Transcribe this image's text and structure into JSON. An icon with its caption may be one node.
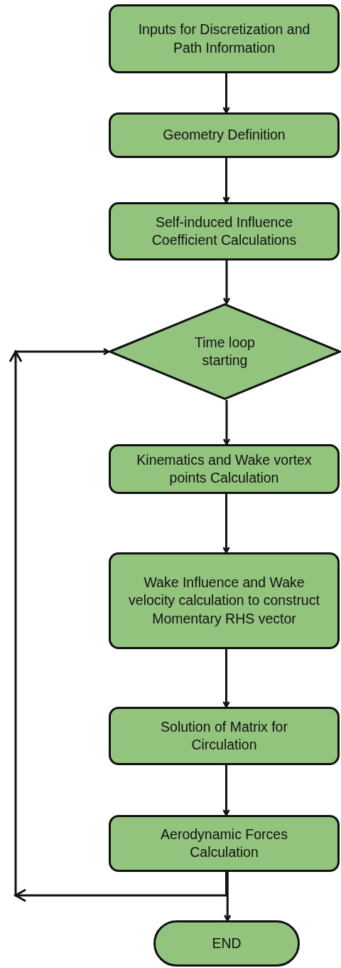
{
  "diagram": {
    "nodes": [
      {
        "text": [
          "Inputs for Discretization and Path Information"
        ]
      },
      {
        "text": [
          "Geometry Definition"
        ]
      },
      {
        "text": [
          "Self-induced Influence Coefficient Calculations"
        ]
      },
      {
        "text": [
          "Time loop starting"
        ]
      },
      {
        "text": [
          "Kinematics and Wake vortex points Calculation"
        ]
      },
      {
        "text": [
          "Wake Influence and Wake velocity calculation to construct Momentary RHS vector"
        ]
      },
      {
        "text": [
          "Solution of Matrix for Circulation"
        ]
      },
      {
        "text": [
          "Aerodynamic Forces Calculation"
        ]
      },
      {
        "text": [
          "END"
        ]
      }
    ],
    "edges": [
      {
        "from": 0,
        "to": 1,
        "arrow": "to"
      },
      {
        "from": 1,
        "to": 2,
        "arrow": "to"
      },
      {
        "from": 2,
        "to": 3,
        "arrow": "to"
      },
      {
        "from": 3,
        "to": 4,
        "arrow": "to"
      },
      {
        "from": 4,
        "to": 5,
        "arrow": "to"
      },
      {
        "from": 5,
        "to": 6,
        "arrow": "to"
      },
      {
        "from": 6,
        "to": 7,
        "arrow": "to"
      },
      {
        "from": 7,
        "to": 8,
        "arrow": "to"
      },
      {
        "from": 7,
        "to": 3,
        "arrow": "to"
      }
    ]
  }
}
